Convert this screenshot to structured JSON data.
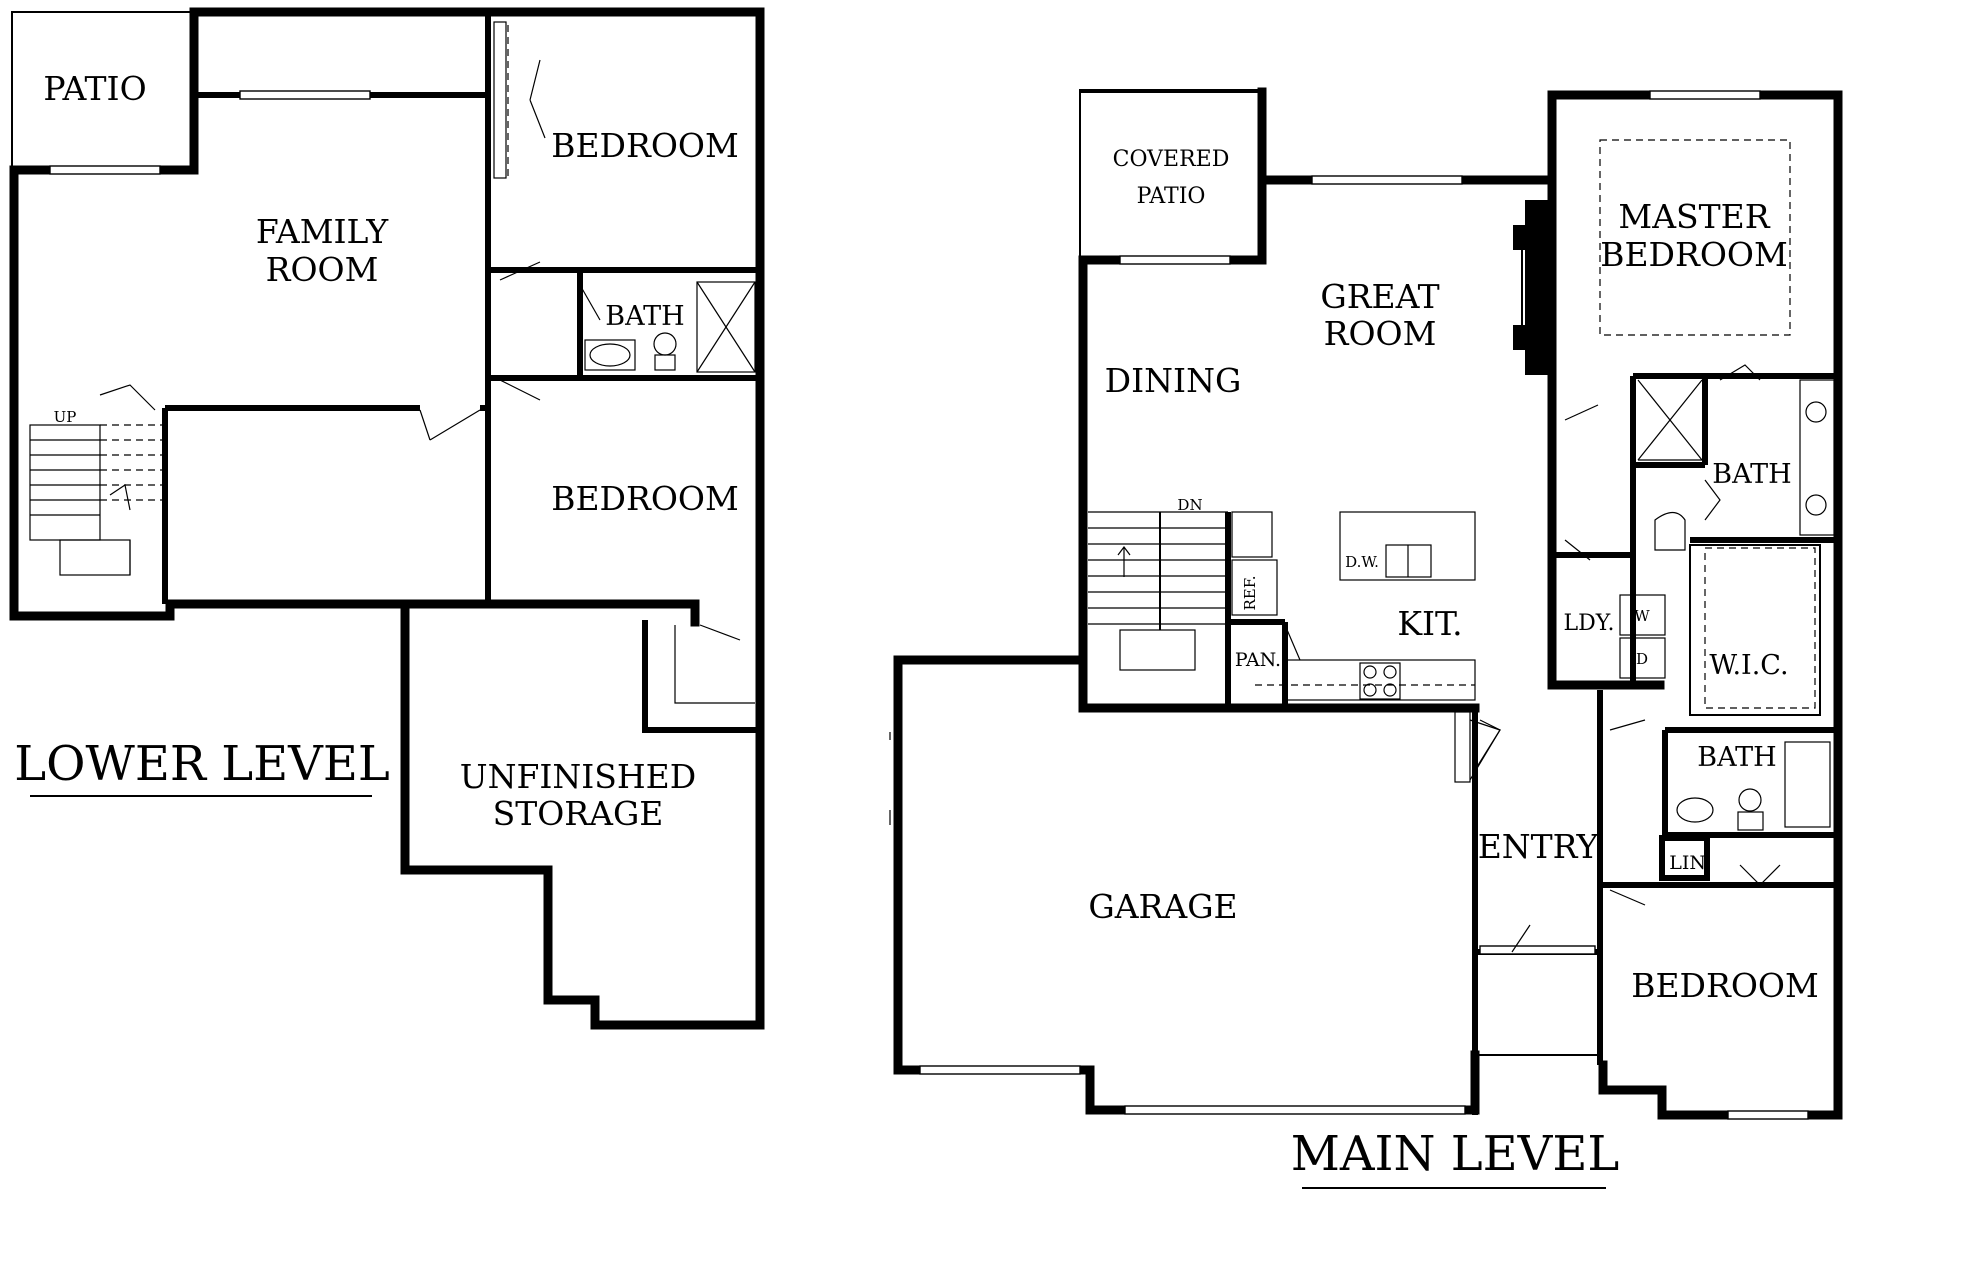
{
  "lower_level": {
    "title": "LOWER LEVEL",
    "rooms": {
      "patio": "PATIO",
      "family_room_1": "FAMILY",
      "family_room_2": "ROOM",
      "bedroom_1": "BEDROOM",
      "bath": "BATH",
      "bedroom_2": "BEDROOM",
      "storage_1": "UNFINISHED",
      "storage_2": "STORAGE"
    },
    "stair_label": "UP"
  },
  "main_level": {
    "title": "MAIN LEVEL",
    "rooms": {
      "covered_patio_1": "COVERED",
      "covered_patio_2": "PATIO",
      "great_room_1": "GREAT",
      "great_room_2": "ROOM",
      "master_bedroom_1": "MASTER",
      "master_bedroom_2": "BEDROOM",
      "dining": "DINING",
      "master_bath": "BATH",
      "kitchen": "KIT.",
      "laundry": "LDY.",
      "walk_in_closet": "W.I.C.",
      "bath": "BATH",
      "entry": "ENTRY",
      "linen": "LIN.",
      "garage": "GARAGE",
      "bedroom": "BEDROOM"
    },
    "fixtures": {
      "stair_label": "DN",
      "dishwasher": "D.W.",
      "refrigerator": "REF.",
      "pantry": "PAN.",
      "washer": "W",
      "dryer": "D"
    }
  }
}
